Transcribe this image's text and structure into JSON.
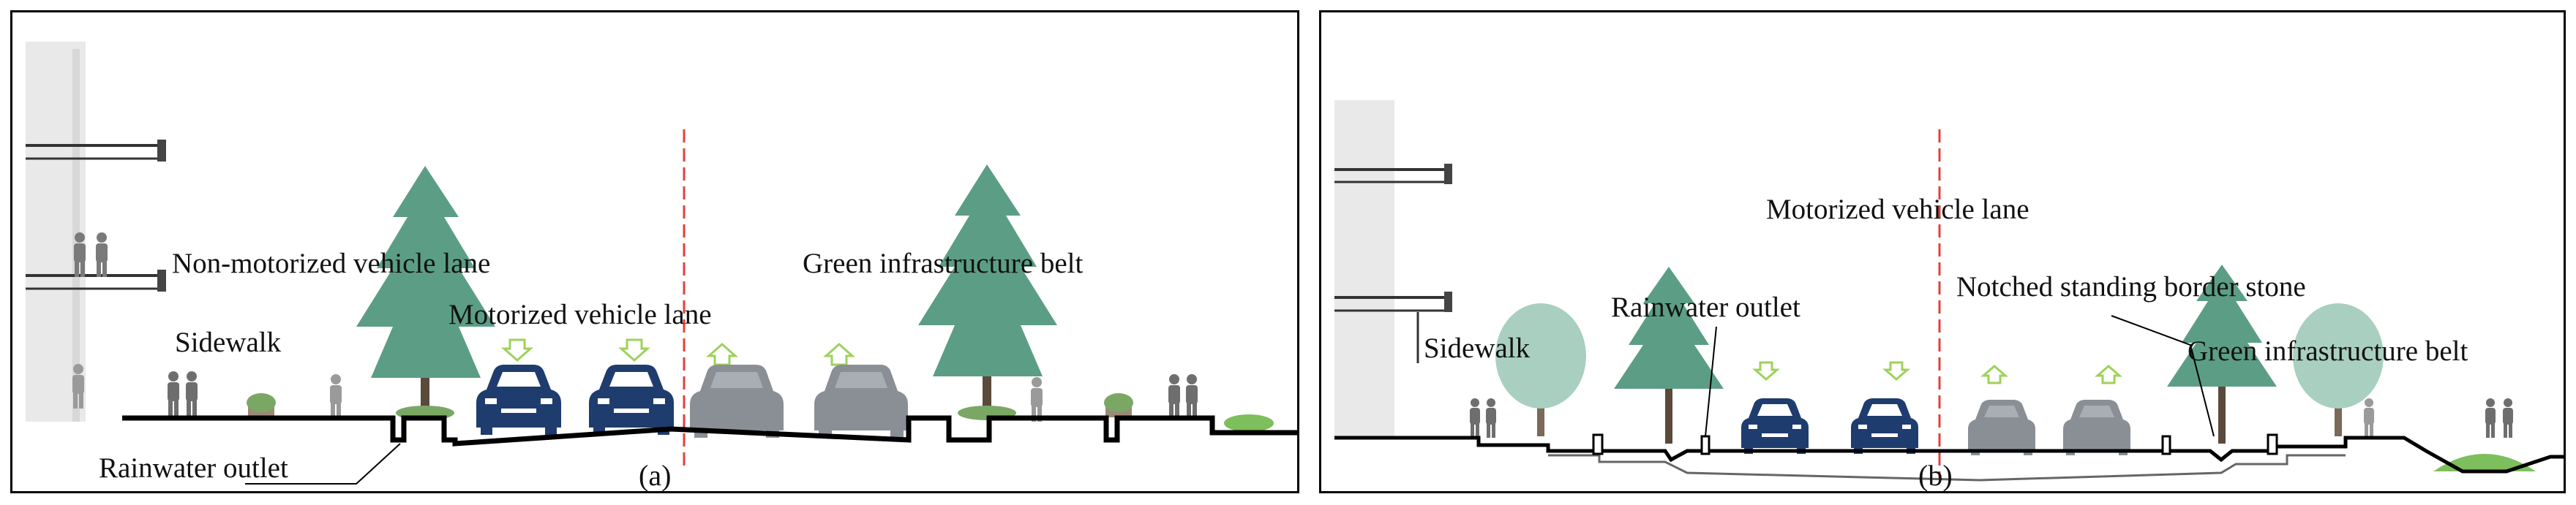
{
  "panel_a": {
    "caption": "(a)",
    "labels": {
      "non_motorized": "Non-motorized vehicle lane",
      "green_belt": "Green infrastructure belt",
      "motorized": "Motorized vehicle lane",
      "sidewalk": "Sidewalk",
      "rainwater_outlet": "Rainwater outlet"
    }
  },
  "panel_b": {
    "caption": "(b)",
    "labels": {
      "motorized": "Motorized vehicle lane",
      "rainwater_outlet": "Rainwater outlet",
      "border_stone": "Notched standing border stone",
      "sidewalk": "Sidewalk",
      "green_belt": "Green infrastructure belt"
    }
  },
  "colors": {
    "tree": "#5c9e85",
    "tree_light": "#a9cfc0",
    "car_incoming": "#1f3c6e",
    "car_outgoing": "#8a8f96",
    "arrow": "#9fd15a",
    "center_line": "#e0413c",
    "building": "#e9e9e9",
    "grass": "#7dbf5c"
  }
}
